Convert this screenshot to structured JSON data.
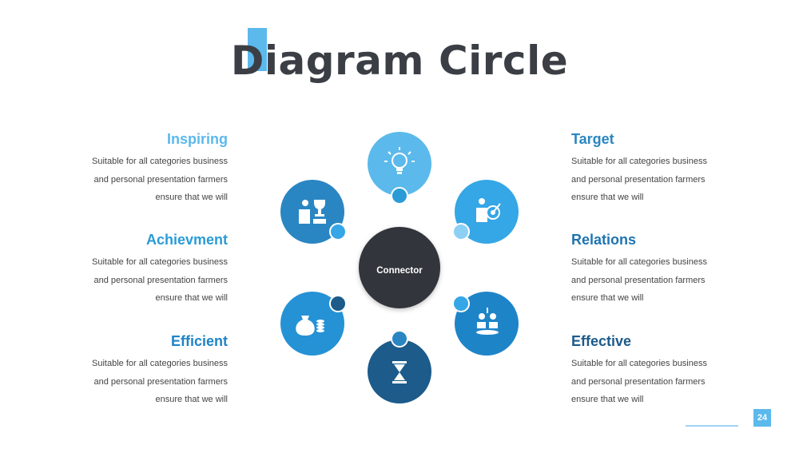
{
  "title": "Diagram Circle",
  "center": {
    "label": "Connector"
  },
  "blocks": [
    {
      "heading": "Inspiring",
      "lines": [
        "Suitable for all categories business",
        "and personal presentation farmers",
        "ensure that we will"
      ]
    },
    {
      "heading": "Achievment",
      "lines": [
        "Suitable for all categories business",
        "and personal presentation farmers",
        "ensure that we will"
      ]
    },
    {
      "heading": "Efficient",
      "lines": [
        "Suitable for all categories business",
        "and personal presentation farmers",
        "ensure that we will"
      ]
    },
    {
      "heading": "Target",
      "lines": [
        "Suitable for all categories business",
        "and personal presentation farmers",
        "ensure that we will"
      ]
    },
    {
      "heading": "Relations",
      "lines": [
        "Suitable for all categories business",
        "and personal presentation farmers",
        "ensure that we will"
      ]
    },
    {
      "heading": "Effective",
      "lines": [
        "Suitable for all categories business",
        "and personal presentation farmers",
        "ensure that we will"
      ]
    }
  ],
  "nodes": [
    {
      "icon": "lightbulb-icon",
      "color": "#5bb9ec"
    },
    {
      "icon": "target-person-icon",
      "color": "#35a6e6"
    },
    {
      "icon": "people-meeting-icon",
      "color": "#1e84c8"
    },
    {
      "icon": "hourglass-icon",
      "color": "#1c5b8a"
    },
    {
      "icon": "money-bag-icon",
      "color": "#2592d6"
    },
    {
      "icon": "trophy-person-icon",
      "color": "#2a86c2"
    }
  ],
  "colors": {
    "center": "#30363b",
    "accent": "#5bb9ec"
  },
  "page_number": "24"
}
